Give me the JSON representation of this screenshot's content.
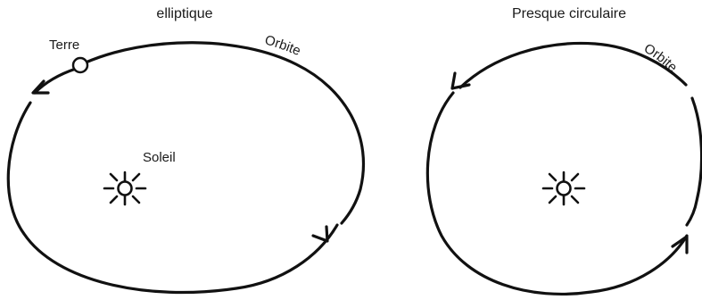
{
  "left_panel": {
    "title": "elliptique",
    "orbit_label": "Orbite",
    "earth_label": "Terre",
    "sun_label": "Soleil"
  },
  "right_panel": {
    "title": "Presque circulaire",
    "orbit_label": "Orbite"
  },
  "colors": {
    "stroke": "#111111",
    "text": "#1a1a1a",
    "background": "#ffffff"
  }
}
